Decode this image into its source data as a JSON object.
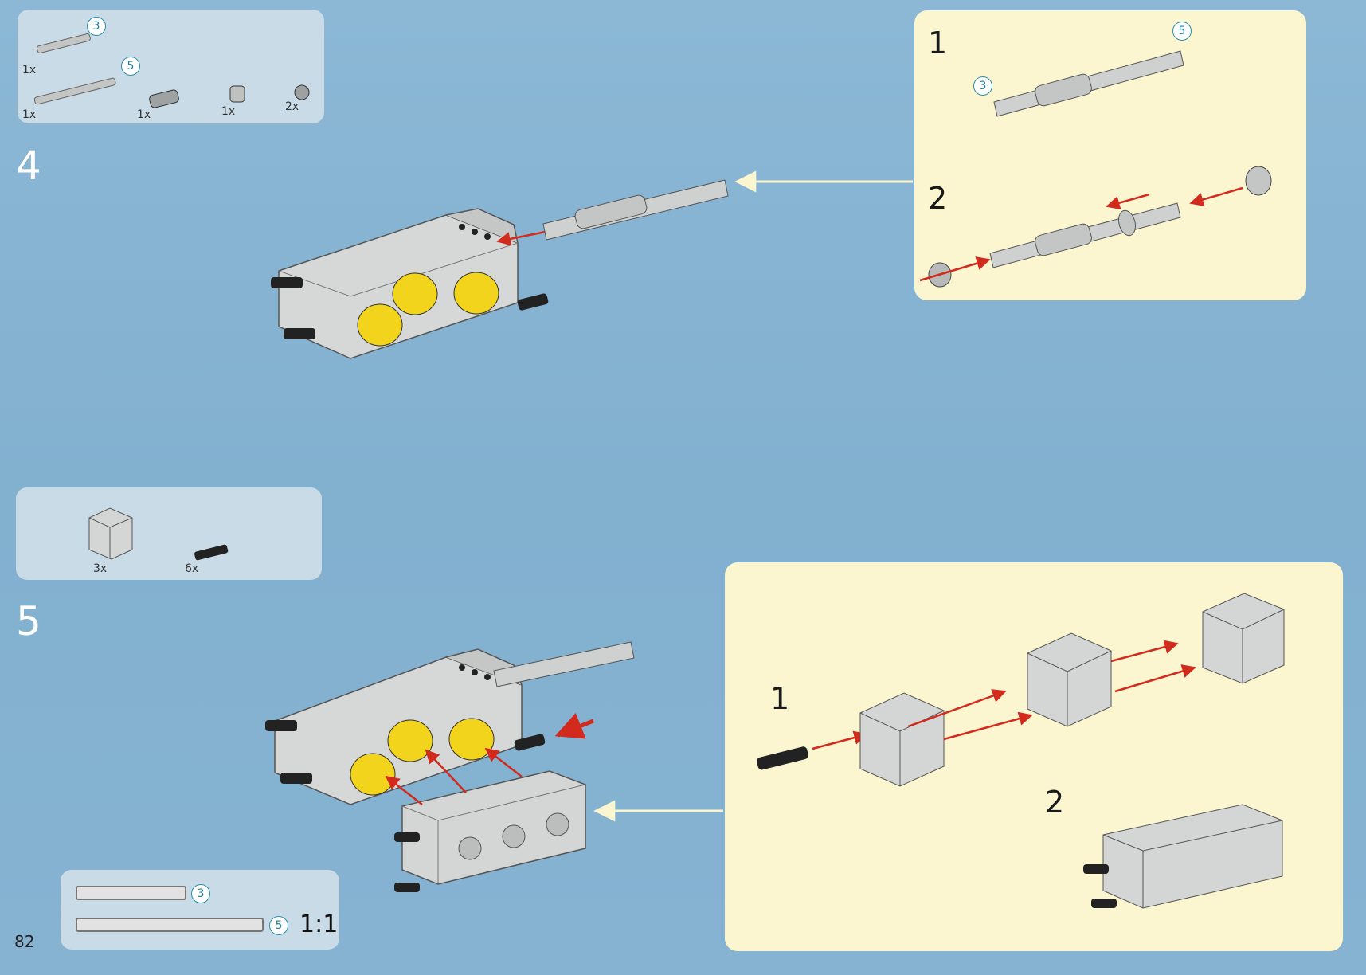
{
  "page_number": "82",
  "steps": [
    {
      "number": "4",
      "parts": [
        {
          "qty": "1x",
          "name": "axle-3",
          "length_badge": "3"
        },
        {
          "qty": "1x",
          "name": "axle-5",
          "length_badge": "5"
        },
        {
          "qty": "1x",
          "name": "axle-connector"
        },
        {
          "qty": "1x",
          "name": "bush"
        },
        {
          "qty": "2x",
          "name": "half-bush"
        }
      ],
      "substeps": [
        {
          "number": "1",
          "badges": [
            "3",
            "5"
          ]
        },
        {
          "number": "2"
        }
      ]
    },
    {
      "number": "5",
      "parts": [
        {
          "qty": "3x",
          "name": "cylinder-block"
        },
        {
          "qty": "6x",
          "name": "pin-with-friction"
        }
      ],
      "substeps": [
        {
          "number": "1"
        },
        {
          "number": "2"
        }
      ]
    }
  ],
  "scale_guide": {
    "badges": [
      "3",
      "5"
    ],
    "scale_text": "1:1"
  },
  "colors": {
    "background": "#87b3d1",
    "callout": "#fbf6cf",
    "parts_box": "#c9dbe6",
    "arrow_red": "#d32a1e",
    "piston_yellow": "#f2d41c",
    "brick_gray": "#d4d6d6"
  }
}
